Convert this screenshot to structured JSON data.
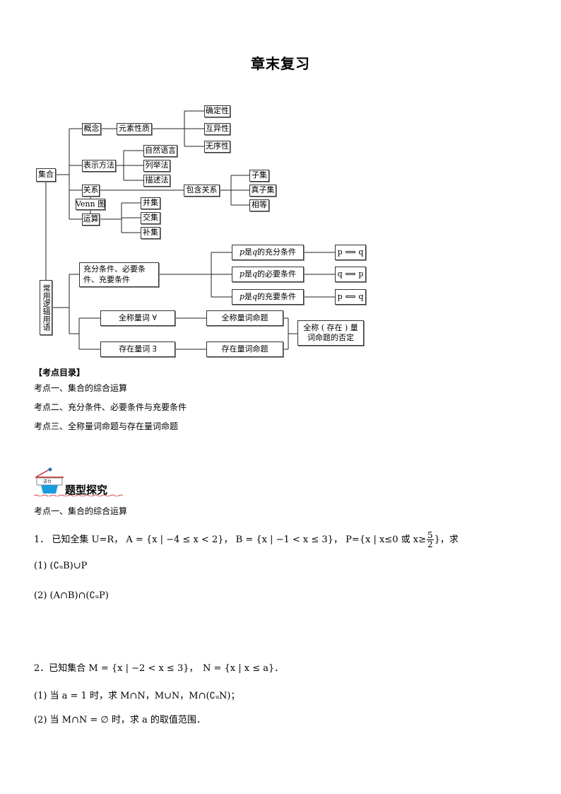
{
  "page_title": "章末复习",
  "mindmap": {
    "set": {
      "root": "集合",
      "concept": "概念",
      "element_property": "元素性质",
      "properties": [
        "确定性",
        "互异性",
        "无序性"
      ],
      "representation": "表示方法",
      "methods": [
        "自然语言",
        "列举法",
        "描述法"
      ],
      "relation": "关系",
      "inclusion": "包含关系",
      "inclusion_items": [
        "子集",
        "真子集",
        "相等"
      ],
      "venn": "Venn 图",
      "operation": "运算",
      "operations": [
        "并集",
        "交集",
        "补集"
      ]
    },
    "logic": {
      "root": "常用逻辑用语",
      "conditions": "充分条件、必要条件、充要条件",
      "condition_items": [
        {
          "label_pre": "p",
          "label_mid": " 是 ",
          "label_var": "q",
          "label_post": " 的充分条件",
          "symbol": "p ⟹ q"
        },
        {
          "label_pre": "p",
          "label_mid": " 是 ",
          "label_var": "q",
          "label_post": " 的必要条件",
          "symbol": "q ⟹ p"
        },
        {
          "label_pre": "p",
          "label_mid": " 是 ",
          "label_var": "q",
          "label_post": " 的充要条件",
          "symbol": "p ⟺ q"
        }
      ],
      "universal_quantifier": "全称量词 ∀",
      "existential_quantifier": "存在量词 ∃",
      "universal_proposition": "全称量词命题",
      "existential_proposition": "存在量词命题",
      "negation": "全称 ( 存在 ) 量词命题的否定"
    }
  },
  "toc": {
    "heading": "【考点目录】",
    "items": [
      "考点一、集合的综合运算",
      "考点二、充分条件、必要条件与充要条件",
      "考点三、全称量词命题与存在量词命题"
    ]
  },
  "section_badge": {
    "icon_label": "讲台",
    "title": "题型探究"
  },
  "section_heading": "考点一、集合的综合运算",
  "problems": [
    {
      "number": "1．",
      "intro": "已知全集 U=R，",
      "set_a": "A = {x | −4 ≤ x < 2}，",
      "set_b": "B = {x | −1 < x ≤ 3}，",
      "set_p_prefix": "P={x | x≤0 或 x≥",
      "frac_num": "5",
      "frac_den": "2",
      "set_p_suffix": "}，求",
      "parts": [
        "(1) (∁ᵤB)∪P",
        "(2) (A∩B)∩(∁ᵤP)"
      ]
    },
    {
      "number": "2．",
      "statement": "已知集合 M = {x | −2 < x ≤ 3}，　N = {x | x ≤ a}．",
      "parts": [
        "(1) 当 a = 1 时，求 M∩N，M∪N，M∩(∁ᵤN)；",
        "(2) 当 M∩N = ∅ 时，求 a 的取值范围．"
      ]
    }
  ]
}
